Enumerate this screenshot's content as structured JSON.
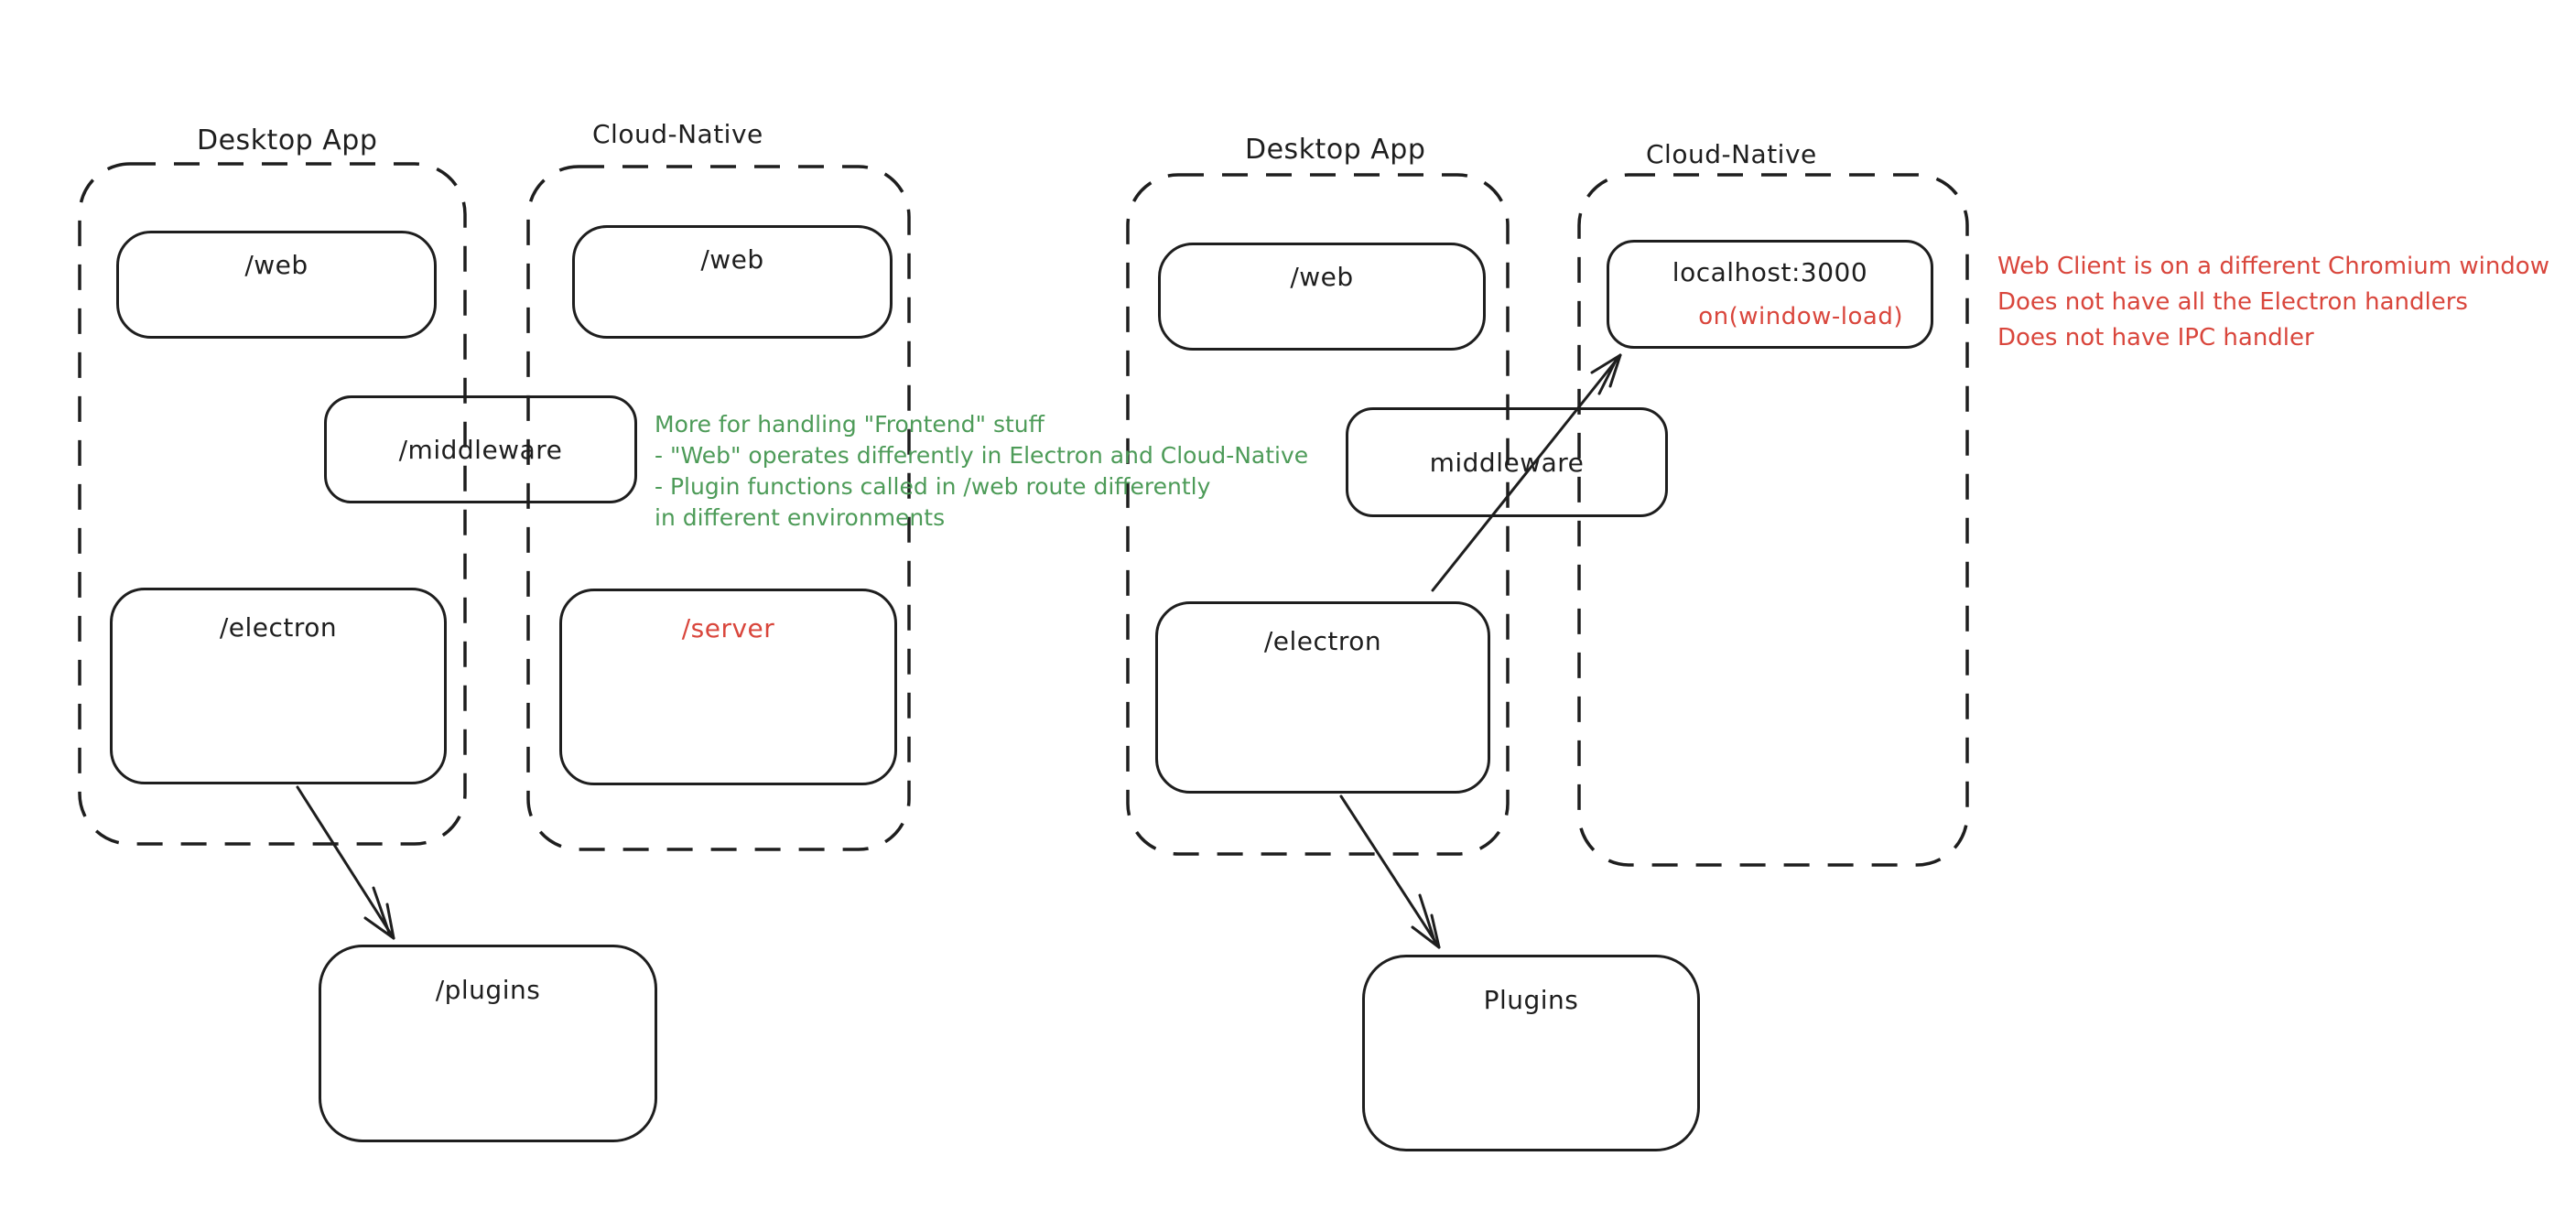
{
  "colors": {
    "ink": "#1e1e1e",
    "green": "#4d9b58",
    "red": "#d9463c",
    "canvas": "#ffffff"
  },
  "left": {
    "desktop_title": "Desktop App",
    "cloud_title": "Cloud-Native",
    "web_desktop": "/web",
    "web_cloud": "/web",
    "middleware": "/middleware",
    "electron": "/electron",
    "server": "/server",
    "plugins": "/plugins",
    "green_note": [
      "More for handling \"Frontend\" stuff",
      "- \"Web\" operates differently in Electron and Cloud-Native",
      "- Plugin functions called in /web route differently",
      "in different environments"
    ]
  },
  "right": {
    "desktop_title": "Desktop App",
    "cloud_title": "Cloud-Native",
    "web": "/web",
    "localhost": "localhost:3000",
    "window_load": "on(window-load)",
    "middleware": "middleware",
    "electron": "/electron",
    "plugins": "Plugins",
    "red_note": [
      "Web Client is on a different Chromium window",
      "Does not have all the Electron handlers",
      "Does not have IPC handler"
    ]
  }
}
